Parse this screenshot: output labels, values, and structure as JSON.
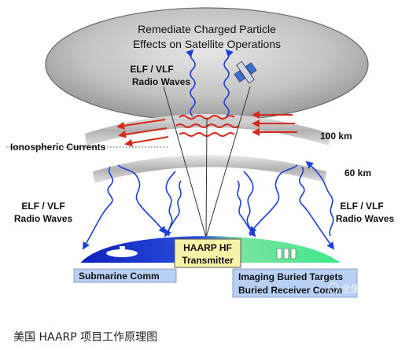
{
  "diagram": {
    "top_title_line1": "Remediate Charged Particle",
    "top_title_line2": "Effects on Satellite Operations",
    "upper_waves_line1": "ELF / VLF",
    "upper_waves_line2": "Radio Waves",
    "layer_100km": "100 km",
    "layer_60km": "60 km",
    "ionospheric_currents": "Ionospheric Currents",
    "left_waves_line1": "ELF / VLF",
    "left_waves_line2": "Radio Waves",
    "right_waves_line1": "ELF / VLF",
    "right_waves_line2": "Radio Waves",
    "transmitter_line1": "HAARP HF",
    "transmitter_line2": "Transmitter",
    "submarine_label": "Submarine Comm",
    "imaging_line1": "Imaging Buried Targets",
    "imaging_line2": "Buried Receiver Comm",
    "watermark": "全面揭露",
    "colors": {
      "wave_blue": "#1c3fd6",
      "ellipse_gray": "#b4b4b4",
      "ground_blue": "#1230c8",
      "ground_green": "#48e88c",
      "transmitter_yellow": "#f6f2a8",
      "heating_red": "#d42a1a",
      "label_box_blue": "#b8d0f4"
    }
  },
  "caption": "美国 HAARP 项目工作原理图"
}
